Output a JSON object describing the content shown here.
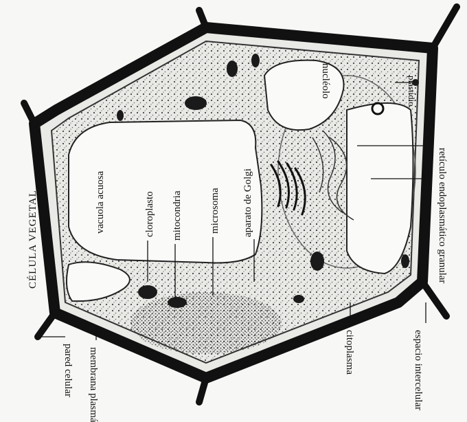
{
  "diagram": {
    "title": "CÉLULA VEGETAL",
    "labels": {
      "plastidio": "plastidio",
      "nucleolo": "nucléolo",
      "reticulo": "retículo endoplasmático granular",
      "vacuola": "vacuola acuosa",
      "cloroplasto": "cloroplasto",
      "mitocondria": "mitocondria",
      "microsoma": "microsoma",
      "golgi": "aparato de Golgi",
      "pared": "pared celular",
      "membrana": "membrana plasmática",
      "citoplasma": "citoplasma",
      "espacio": "espacio intercelular"
    }
  }
}
